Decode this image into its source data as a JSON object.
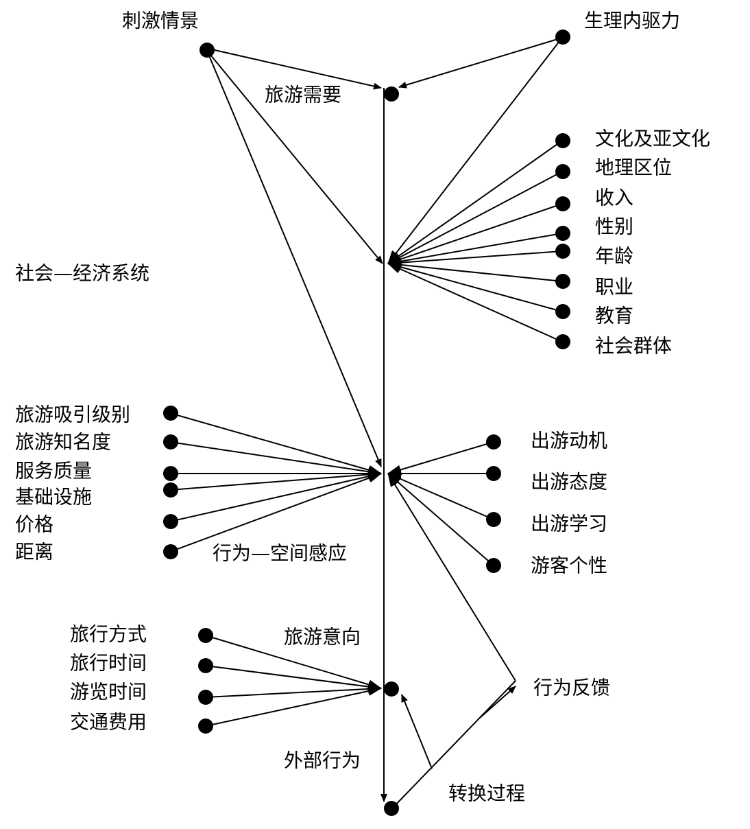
{
  "labels": {
    "stimulus": "刺激情景",
    "drive": "生理内驱力",
    "need": "旅游需要",
    "socio_econ": "社会—经济系统",
    "culture": "文化及亚文化",
    "geo": "地理区位",
    "income": "收入",
    "gender": "性别",
    "age": "年龄",
    "occupation": "职业",
    "education": "教育",
    "social_group": "社会群体",
    "attraction_level": "旅游吸引级别",
    "popularity": "旅游知名度",
    "service": "服务质量",
    "infrastructure": "基础设施",
    "price": "价格",
    "distance": "距离",
    "behavior_space": "行为—空间感应",
    "motive": "出游动机",
    "attitude": "出游态度",
    "learning": "出游学习",
    "personality": "游客个性",
    "travel_mode": "旅行方式",
    "travel_time": "旅行时间",
    "sightseeing_time": "游览时间",
    "transport_cost": "交通费用",
    "intention": "旅游意向",
    "feedback": "行为反馈",
    "external_behavior": "外部行为",
    "conversion": "转换过程"
  }
}
